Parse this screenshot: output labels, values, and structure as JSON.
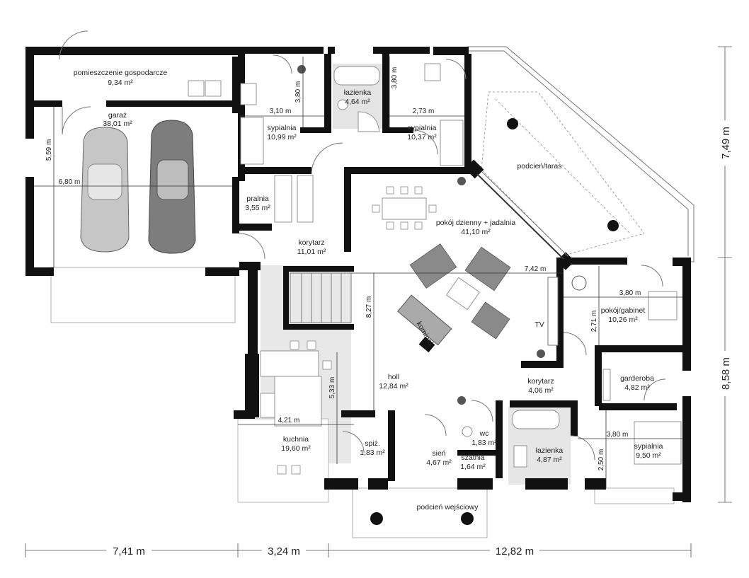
{
  "rooms": {
    "utility": {
      "name": "pomieszczenie gospodarcze",
      "area": "9,34 m²"
    },
    "garage": {
      "name": "garaż",
      "area": "38,01 m²"
    },
    "bedroom1": {
      "name": "sypialnia",
      "area": "10,99 m²"
    },
    "bathroom1": {
      "name": "łazienka",
      "area": "4,64 m²"
    },
    "bedroom2": {
      "name": "sypialnia",
      "area": "10,37 m²"
    },
    "terrace": {
      "name": "podcień/taras"
    },
    "laundry": {
      "name": "pralnia",
      "area": "3,55 m²"
    },
    "corridor1": {
      "name": "korytarz",
      "area": "11,01 m²"
    },
    "living": {
      "name": "pokój dzienny + jadalnia",
      "area": "41,10 m²"
    },
    "office": {
      "name": "pokój/gabinet",
      "area": "10,26 m²"
    },
    "wardrobe": {
      "name": "garderoba",
      "area": "4,82 m²"
    },
    "hall": {
      "name": "holl",
      "area": "12,84 m²"
    },
    "corridor2": {
      "name": "korytarz",
      "area": "4,06 m²"
    },
    "kitchen": {
      "name": "kuchnia",
      "area": "19,60 m²"
    },
    "pantry": {
      "name": "spiż.",
      "area": "1,83 m²"
    },
    "vestibule": {
      "name": "sień",
      "area": "4,67 m²"
    },
    "wardrobe2": {
      "name": "szatnia",
      "area": "1,64 m²"
    },
    "wc": {
      "name": "wc",
      "area": "1,83 m²"
    },
    "bathroom2": {
      "name": "łazienka",
      "area": "4,87 m²"
    },
    "bedroom3": {
      "name": "sypialnia",
      "area": "9,50 m²"
    },
    "entrance": {
      "name": "podcień wejściowy"
    }
  },
  "fixtures": {
    "fireplace": "kominek",
    "tv": "TV"
  },
  "inner_dims": {
    "d_310": "3,10 m",
    "d_380a": "3,80 m",
    "d_380b": "3,80 m",
    "d_273": "2,73 m",
    "d_559": "5,59 m",
    "d_680": "6,80 m",
    "d_742": "7,42 m",
    "d_827": "8,27 m",
    "d_380c": "3,80 m",
    "d_271": "2,71 m",
    "d_533": "5,33 m",
    "d_421": "4,21 m",
    "d_380d": "3,80 m",
    "d_250": "2,50 m"
  },
  "outer_dims": {
    "bottom_left": "7,41 m",
    "bottom_mid": "3,24 m",
    "bottom_right": "12,82 m",
    "right_top": "7,49 m",
    "right_bottom": "8,58 m"
  }
}
